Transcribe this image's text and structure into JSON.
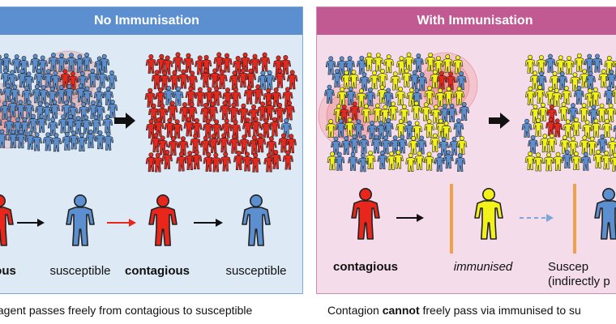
{
  "left_panel": {
    "title": "No Immunisation",
    "labels": {
      "first": "ious",
      "second": "susceptible",
      "third": "contagious",
      "fourth": "susceptible"
    },
    "caption_pre": "s agent passes freely from contagious to susceptible"
  },
  "right_panel": {
    "title": "With Immunisation",
    "labels": {
      "first": "contagious",
      "second": "immunised",
      "third_line1": "Suscep",
      "third_line2": "(indirectly p"
    },
    "caption_pre": "Contagion ",
    "caption_bold": "cannot",
    "caption_post": " freely pass via immunised to su"
  },
  "colors": {
    "susceptible": "#5b8fd0",
    "contagious": "#e8261b",
    "immunised": "#f2f21a",
    "arrow_red": "#e8261b",
    "barrier": "#f0a04b",
    "dashed_arrow": "#7aa7d6"
  }
}
